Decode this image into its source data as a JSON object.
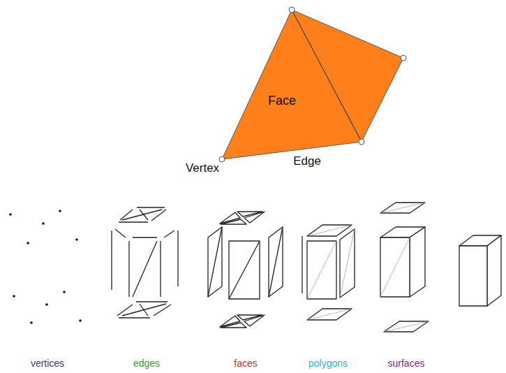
{
  "diagram": {
    "nodes": [
      {
        "text": [
          "Face"
        ]
      }
    ],
    "labels": [
      "Vertex",
      "Edge",
      "vertices",
      "edges",
      "faces",
      "polygons",
      "surfaces"
    ]
  }
}
